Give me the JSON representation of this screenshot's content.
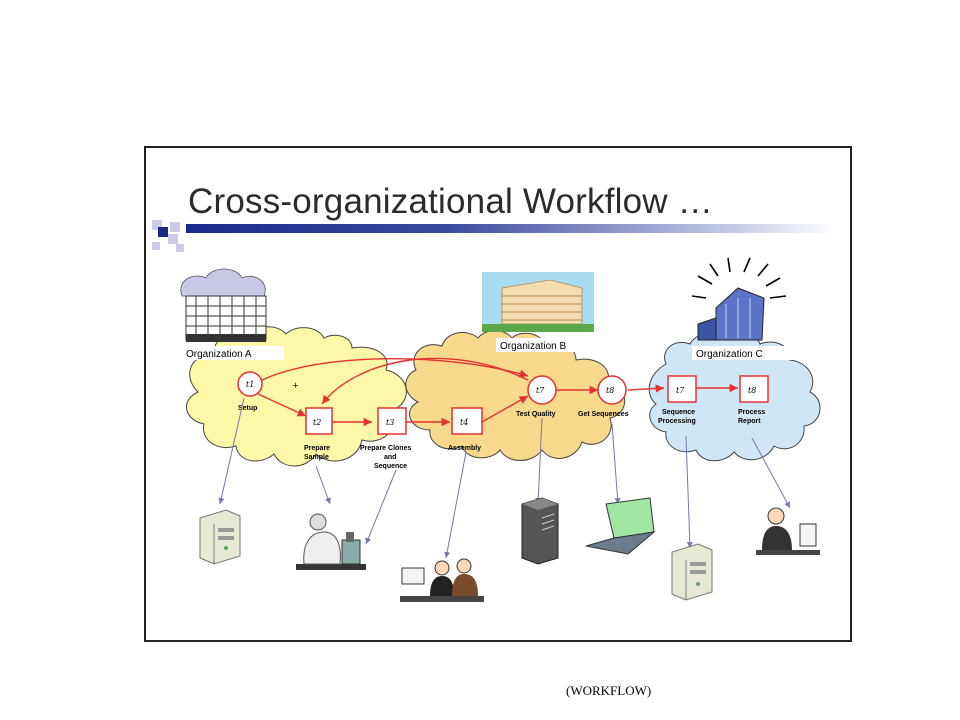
{
  "slide": {
    "title": "Cross-organizational Workflow …"
  },
  "organizations": [
    {
      "id": "org-a",
      "label": "Organization A",
      "color": "#fff7a8"
    },
    {
      "id": "org-b",
      "label": "Organization B",
      "color": "#f7d98c"
    },
    {
      "id": "org-c",
      "label": "Organization C",
      "color": "#cfe6f7"
    }
  ],
  "tasks": [
    {
      "id": "t1",
      "symbol": "t1",
      "label": [
        "Setup"
      ],
      "shape": "circle"
    },
    {
      "id": "t2",
      "symbol": "t2",
      "label": [
        "Prepare",
        "Sample"
      ],
      "shape": "square"
    },
    {
      "id": "t3",
      "symbol": "t3",
      "label": [
        "Prepare Clones",
        "and",
        "Sequence"
      ],
      "shape": "square"
    },
    {
      "id": "t4",
      "symbol": "t4",
      "label": [
        "Assembly"
      ],
      "shape": "square"
    },
    {
      "id": "t5",
      "symbol": "t7",
      "label": [
        "Test Quality"
      ],
      "shape": "circle"
    },
    {
      "id": "t6",
      "symbol": "t8",
      "label": [
        "Get Sequences"
      ],
      "shape": "circle"
    },
    {
      "id": "t7",
      "symbol": "t7",
      "label": [
        "Sequence",
        "Processing"
      ],
      "shape": "square"
    },
    {
      "id": "t8",
      "symbol": "t8",
      "label": [
        "Process",
        "Report"
      ],
      "shape": "square"
    }
  ],
  "plus_sign": "+",
  "caption": "(WORKFLOW)",
  "icons": [
    "building-icon",
    "office-building-icon",
    "modern-building-icon",
    "server-icon",
    "lab-scientist-icon",
    "office-workers-icon",
    "tower-server-icon",
    "laptop-icon",
    "server-icon",
    "phone-worker-icon"
  ]
}
